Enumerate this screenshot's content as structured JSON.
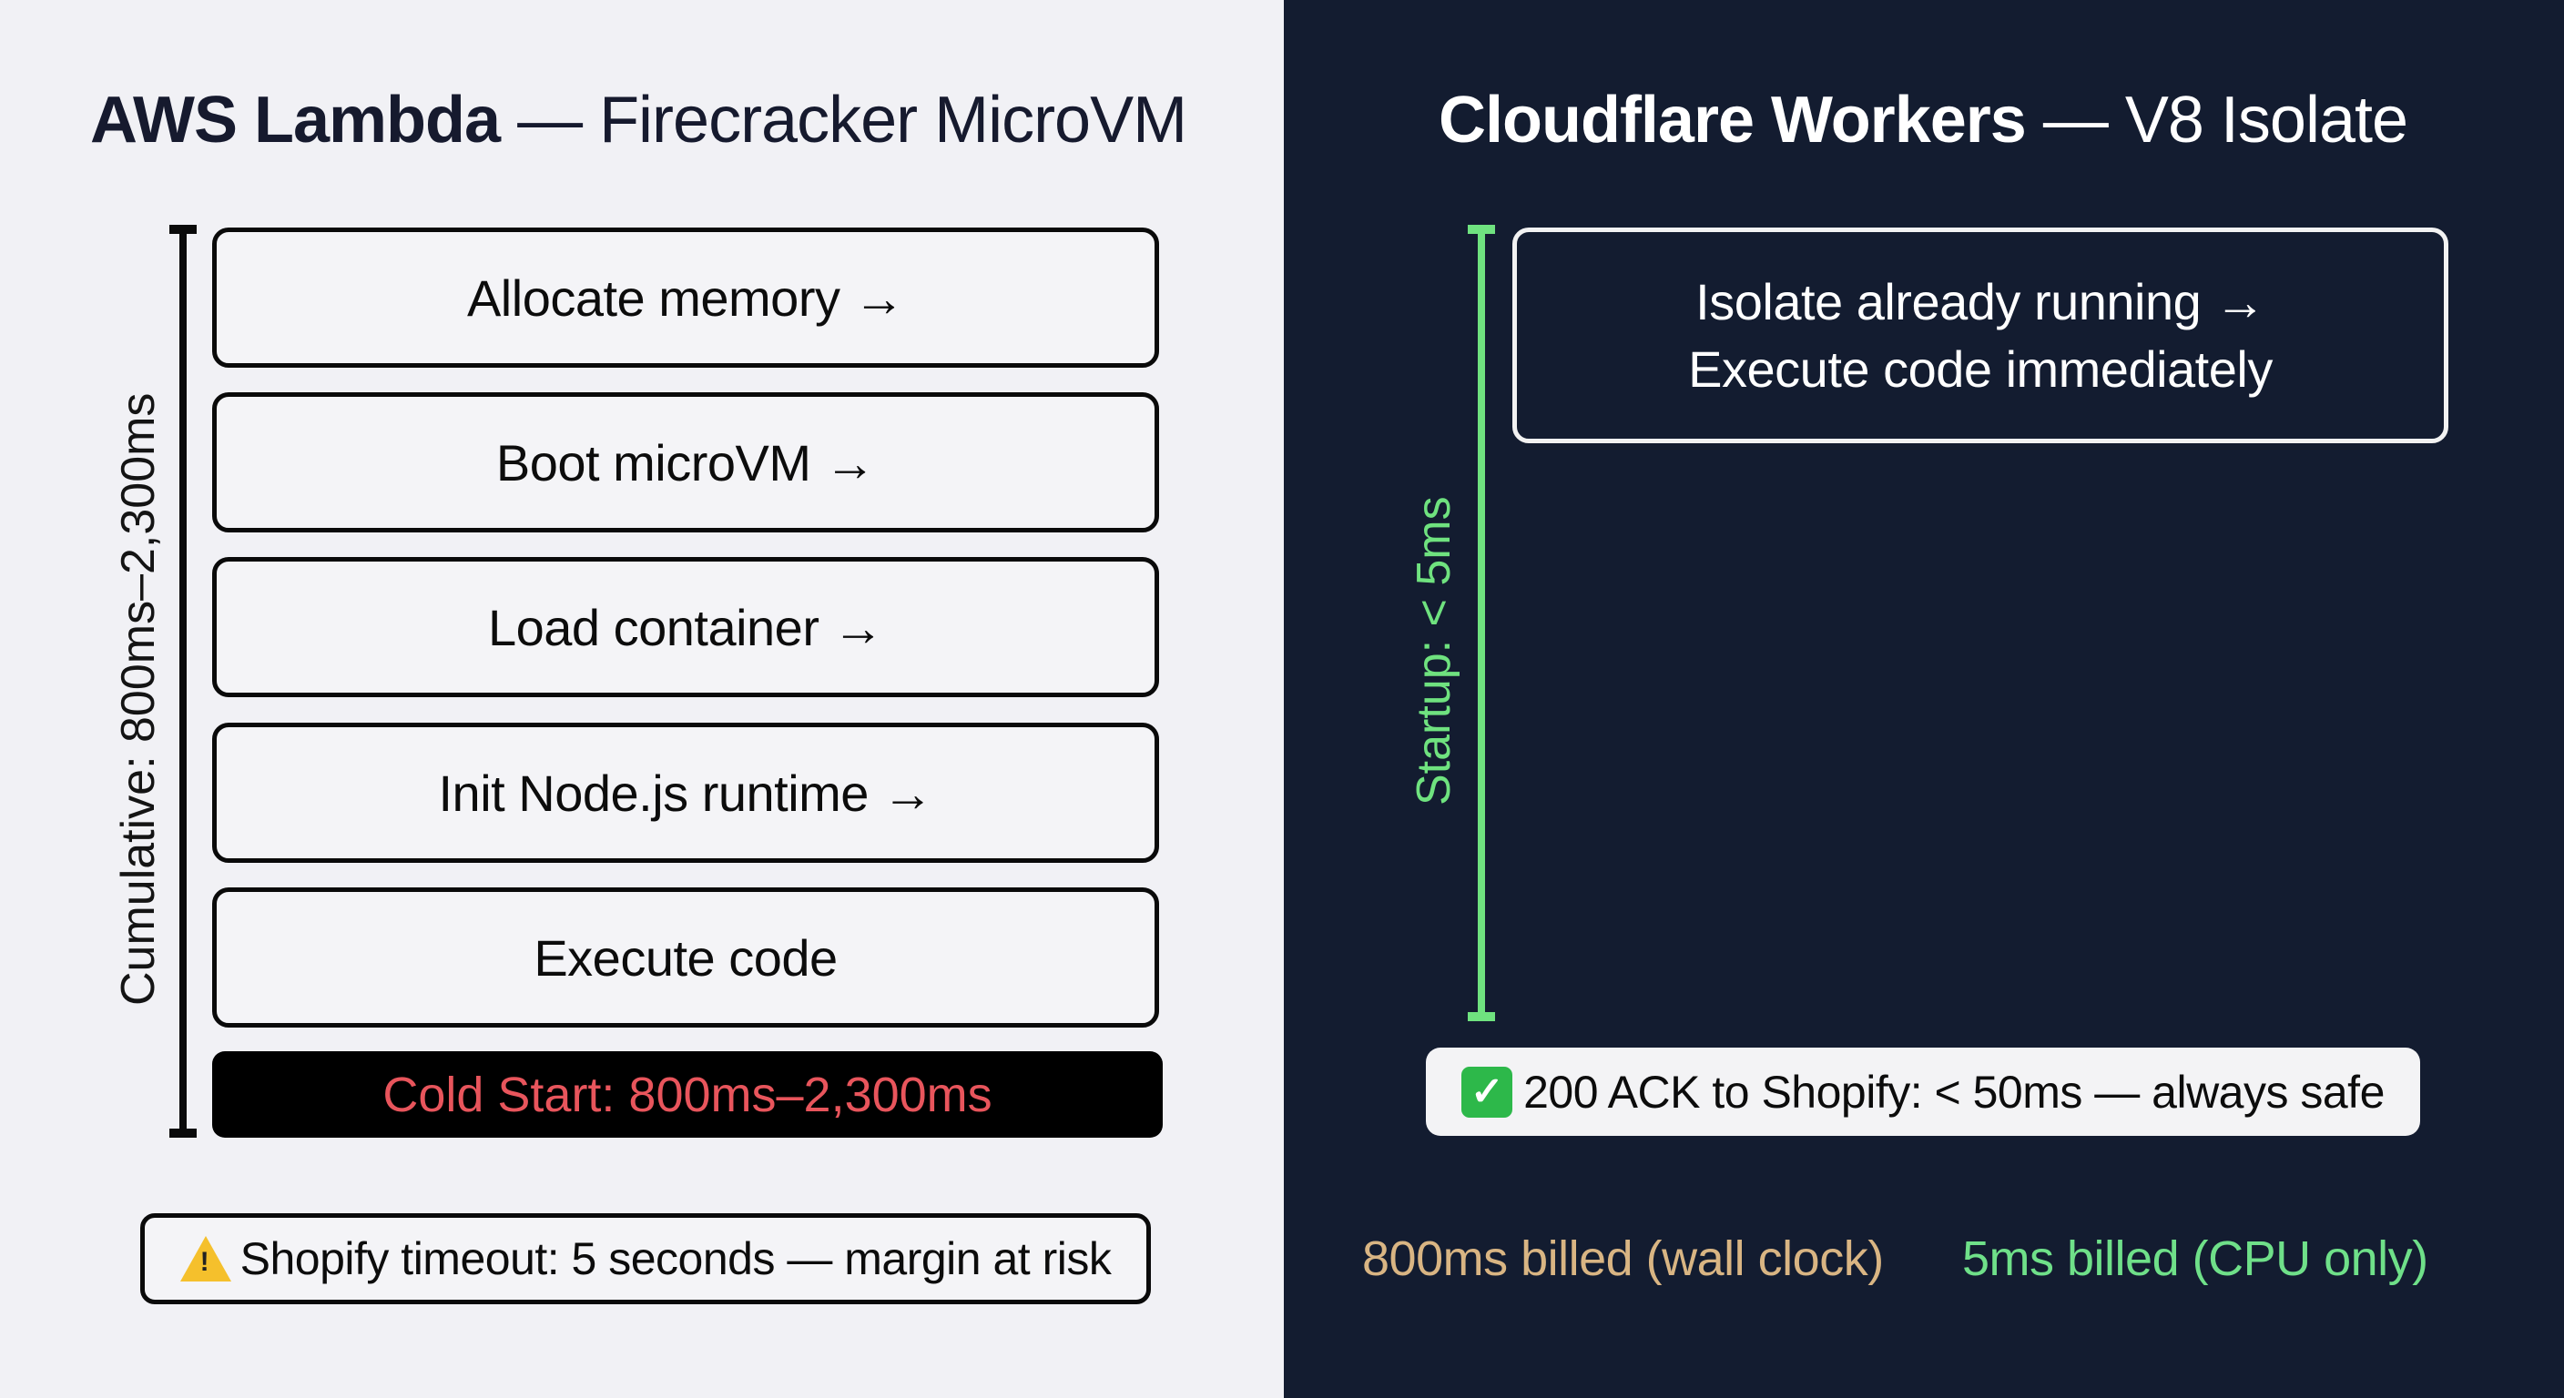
{
  "left": {
    "title_bold": "AWS Lambda",
    "title_rest": " — Firecracker MicroVM",
    "bracket_label": "Cumulative: 800ms–2,300ms",
    "steps": [
      {
        "label": "Allocate memory →"
      },
      {
        "label": "Boot microVM →"
      },
      {
        "label": "Load container →"
      },
      {
        "label": "Init Node.js runtime →"
      },
      {
        "label": "Execute code"
      }
    ],
    "cold_start": "Cold Start: 800ms–2,300ms",
    "warning": {
      "icon": "warning-icon",
      "text": "Shopify timeout: 5 seconds — margin at risk"
    }
  },
  "right": {
    "title_bold": "Cloudflare Workers",
    "title_rest": " — V8 Isolate",
    "bracket_label": "Startup: < 5ms",
    "step_lines": [
      "Isolate already running →",
      "Execute code immediately"
    ],
    "ack": {
      "icon": "check-mark-icon",
      "text": "200 ACK to Shopify: < 50ms — always safe"
    },
    "billing": [
      {
        "text": "800ms billed (wall clock)",
        "color": "#d9b583"
      },
      {
        "text": "5ms billed (CPU only)",
        "color": "#6fe089"
      }
    ]
  },
  "colors": {
    "left_bg": "#f1f1f5",
    "right_bg": "#131c30",
    "cold_start_text": "#e8555c",
    "green_accent": "#6fe27f",
    "warning_yellow": "#f5c02c"
  }
}
